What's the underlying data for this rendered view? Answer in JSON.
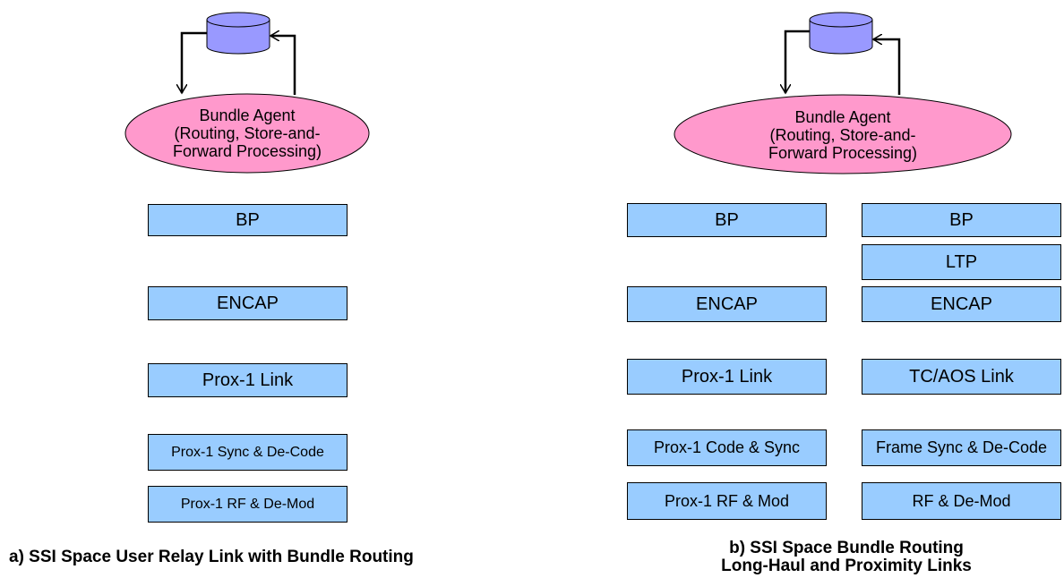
{
  "panel_a": {
    "agent_lines": [
      "Bundle Agent",
      "(Routing, Store-and-",
      "Forward Processing)"
    ],
    "stack": [
      "BP",
      "ENCAP",
      "Prox-1 Link",
      "Prox-1 Sync & De-Code",
      "Prox-1 RF & De-Mod"
    ],
    "caption_lines": [
      "a) SSI Space User Relay Link with Bundle Routing"
    ]
  },
  "panel_b": {
    "agent_lines": [
      "Bundle Agent",
      "(Routing, Store-and-",
      "Forward Processing)"
    ],
    "left_stack": [
      "BP",
      "ENCAP",
      "Prox-1 Link",
      "Prox-1 Code & Sync",
      "Prox-1 RF & Mod"
    ],
    "right_stack": [
      "BP",
      "LTP",
      "ENCAP",
      "TC/AOS Link",
      "Frame Sync & De-Code",
      "RF & De-Mod"
    ],
    "caption_lines": [
      "b) SSI Space Bundle Routing",
      "Long-Haul and Proximity Links"
    ]
  },
  "colors": {
    "layer_box": "#99ccff",
    "agent_ellipse": "#ff99cc",
    "storage_cylinder": "#9999ff"
  },
  "icons": [
    "storage-cylinder-icon",
    "arrow-icon"
  ]
}
